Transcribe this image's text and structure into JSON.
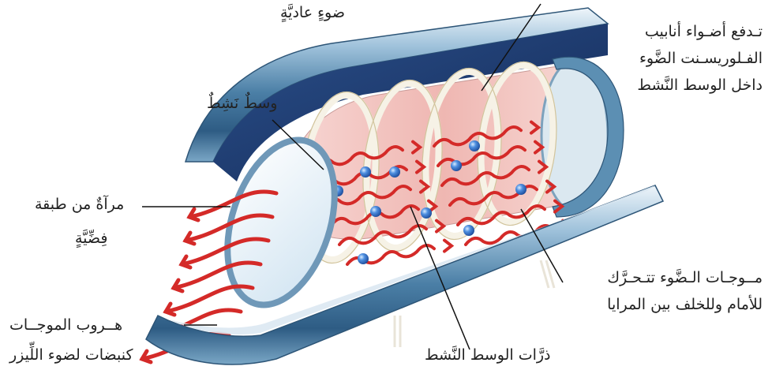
{
  "labels": {
    "ordinary_light": "ضوءٍ عاديَّةٍ",
    "fluorescent_line1": "تـدفع أضـواء أنابيب",
    "fluorescent_line2": "الفـلوريسـنت الضَّوء",
    "fluorescent_line3": "داخل الوسط النَّشط",
    "active_medium": "وسطٌ نَشِطٌ",
    "silver_mirror_line1": "مرآةٌ من طبقة",
    "silver_mirror_line2": "فِضِّيَّةٍ",
    "escaping_waves": "هــروب الموجــات",
    "laser_pulses": "كنبضات لضوء اللِّيزر",
    "waves_move_line1": "مــوجـات الـضَّوء تتـحـرَّك",
    "waves_move_line2": "للأمام وللخلف بين المرايا",
    "active_atoms": "ذرَّات الوسط النَّشط"
  },
  "colors": {
    "tube_outer": "#5c8fb3",
    "tube_inner": "#1f3f74",
    "medium": "#f3c4c0",
    "waves": "#d42a28",
    "atoms": "#2f6fc4",
    "coil": "#f3efe2"
  }
}
